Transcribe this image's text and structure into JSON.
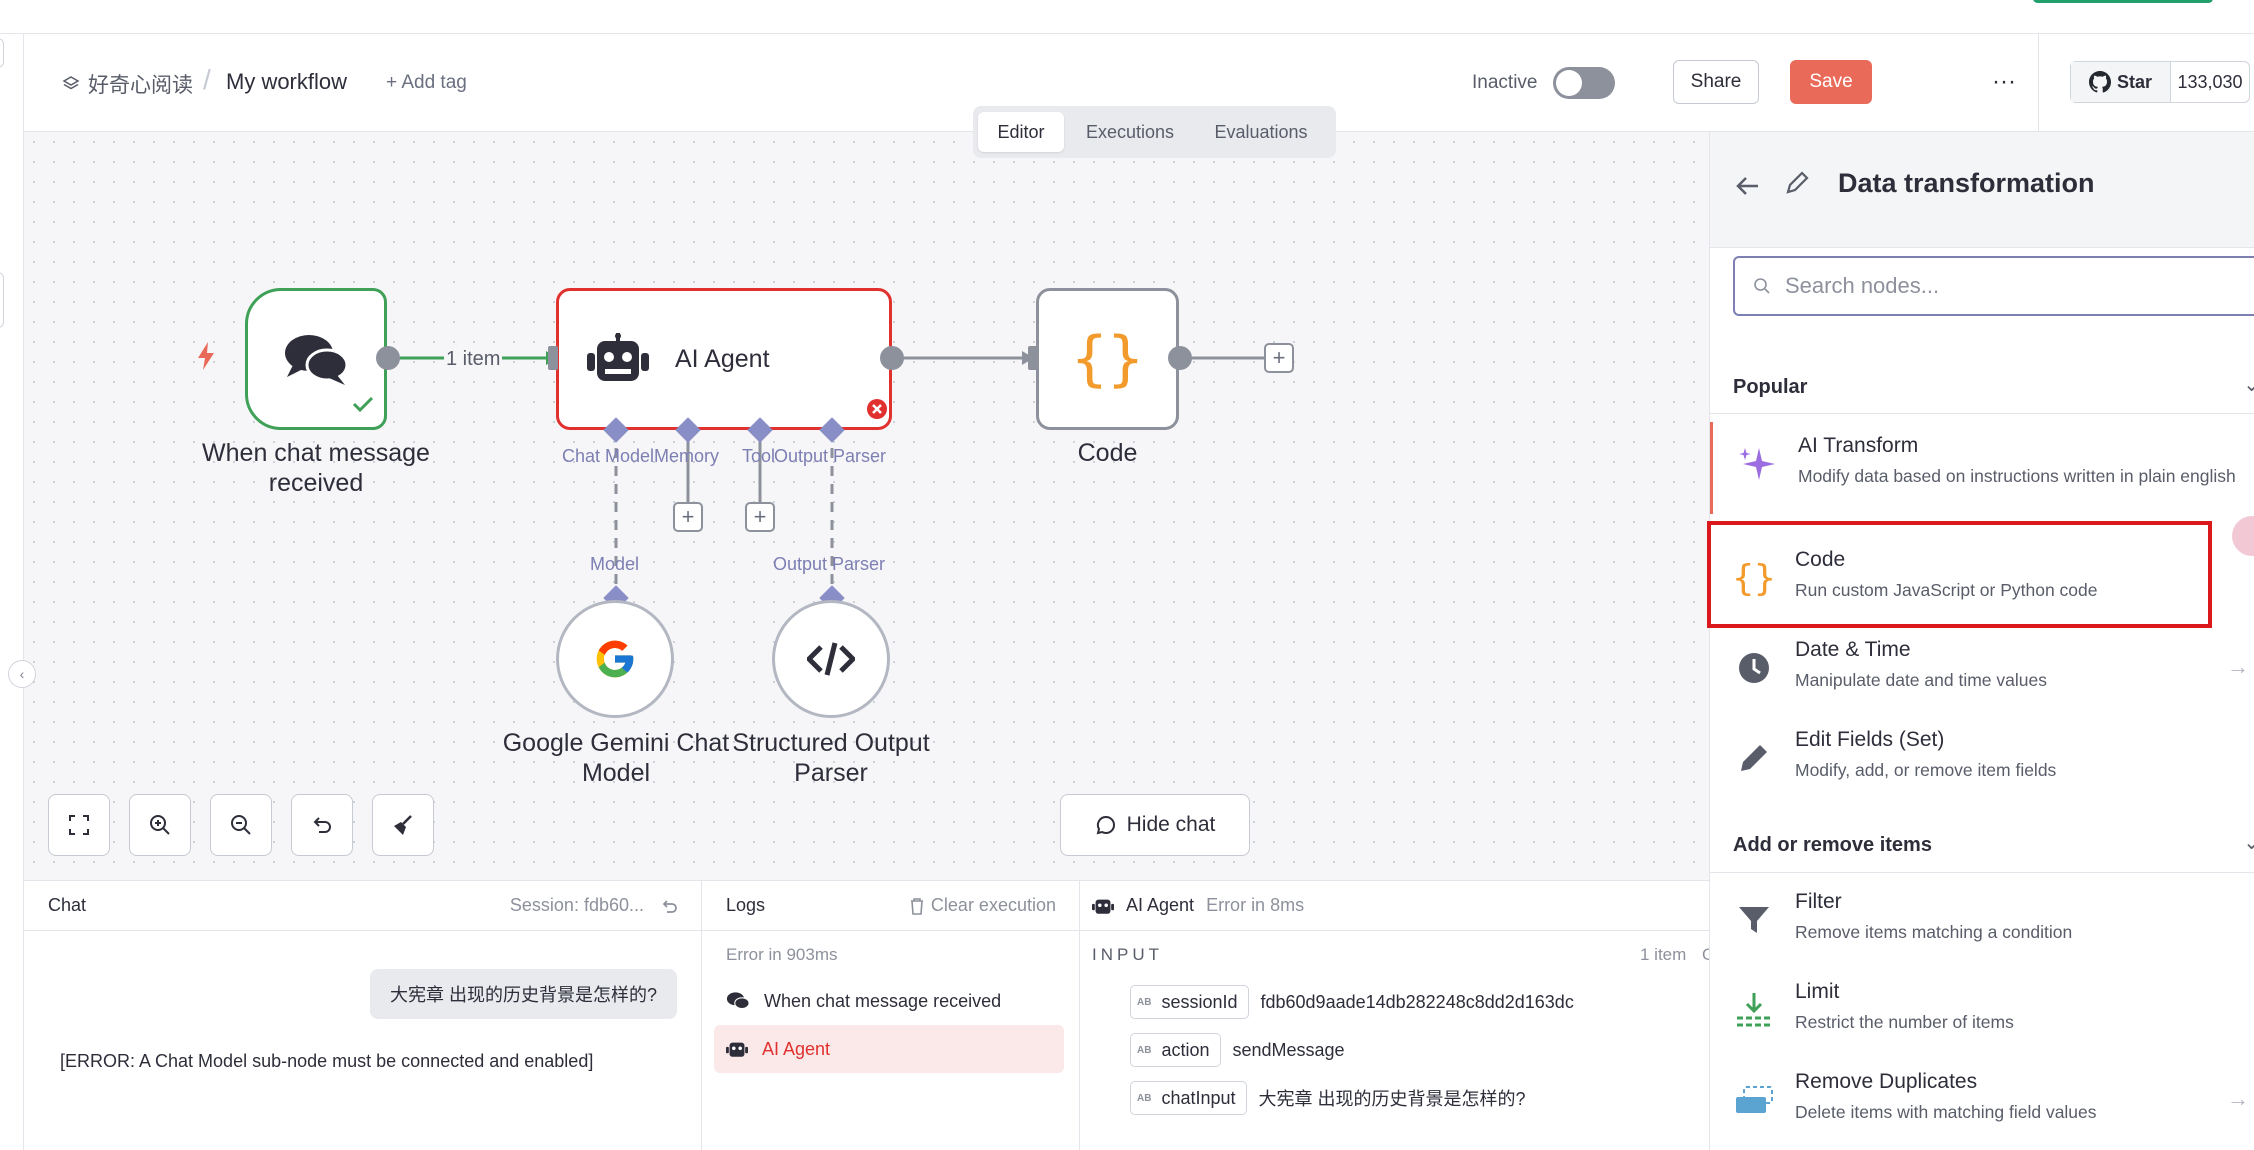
{
  "header": {
    "project": "好奇心阅读",
    "separator": "/",
    "workflow_name": "My workflow",
    "add_tag": "+ Add tag",
    "status_label": "Inactive",
    "share": "Share",
    "save": "Save",
    "more": "···",
    "github_star": "Star",
    "github_count": "133,030"
  },
  "view_tabs": [
    "Editor",
    "Executions",
    "Evaluations"
  ],
  "canvas": {
    "trigger_label": "When chat message received",
    "edge_label": "1 item",
    "agent_label": "AI Agent",
    "code_label": "Code",
    "agent_ports": [
      "Chat Model",
      "Memory",
      "Tool",
      "Output Parser"
    ],
    "model_port": "Model",
    "parser_port": "Output Parser",
    "gemini_label": "Google Gemini Chat Model",
    "parser_label": "Structured Output Parser",
    "hide_chat": "Hide chat"
  },
  "chat_panel": {
    "title": "Chat",
    "session": "Session: fdb60...",
    "user_message": "大宪章 出现的历史背景是怎样的?",
    "error_message": "[ERROR: A Chat Model sub-node must be connected and enabled]"
  },
  "logs_panel": {
    "title": "Logs",
    "clear": "Clear execution",
    "error_time": "Error in 903ms",
    "rows": [
      "When chat message received",
      "AI Agent"
    ]
  },
  "agent_panel": {
    "title": "AI Agent",
    "status": "Error in 8ms",
    "input_label": "INPUT",
    "item_count": "1 item",
    "fields": [
      {
        "type": "AB",
        "key": "sessionId",
        "value": "fdb60d9aade14db282248c8dd2d163dc"
      },
      {
        "type": "AB",
        "key": "action",
        "value": "sendMessage"
      },
      {
        "type": "AB",
        "key": "chatInput",
        "value": "大宪章 出现的历史背景是怎样的?"
      }
    ]
  },
  "sidebar": {
    "title": "Data transformation",
    "search_placeholder": "Search nodes...",
    "section_popular": "Popular",
    "section_add_remove": "Add or remove items",
    "items": [
      {
        "name": "AI Transform",
        "desc": "Modify data based on instructions written in plain english",
        "icon": "sparkle-icon"
      },
      {
        "name": "Code",
        "desc": "Run custom JavaScript or Python code",
        "icon": "code-braces-icon"
      },
      {
        "name": "Date & Time",
        "desc": "Manipulate date and time values",
        "icon": "clock-icon"
      },
      {
        "name": "Edit Fields (Set)",
        "desc": "Modify, add, or remove item fields",
        "icon": "pencil-icon"
      },
      {
        "name": "Filter",
        "desc": "Remove items matching a condition",
        "icon": "filter-icon"
      },
      {
        "name": "Limit",
        "desc": "Restrict the number of items",
        "icon": "limit-icon"
      },
      {
        "name": "Remove Duplicates",
        "desc": "Delete items with matching field values",
        "icon": "remove-duplicates-icon"
      }
    ]
  },
  "colors": {
    "save": "#ea6a5a",
    "trigger_border": "#3fa058",
    "error": "#e0312f",
    "code_orange": "#f29a2b",
    "port": "#8a8ec6"
  }
}
